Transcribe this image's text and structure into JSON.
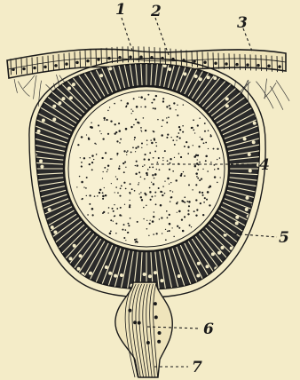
{
  "labels": [
    {
      "id": "1",
      "text": "1"
    },
    {
      "id": "2",
      "text": "2"
    },
    {
      "id": "3",
      "text": "3"
    },
    {
      "id": "4",
      "text": "4"
    },
    {
      "id": "5",
      "text": "5"
    },
    {
      "id": "6",
      "text": "6"
    },
    {
      "id": "7",
      "text": "7"
    }
  ],
  "colors": {
    "paper": "#f4ecc8",
    "ink": "#1a1a1a",
    "yolk": "#f7f0d2"
  }
}
